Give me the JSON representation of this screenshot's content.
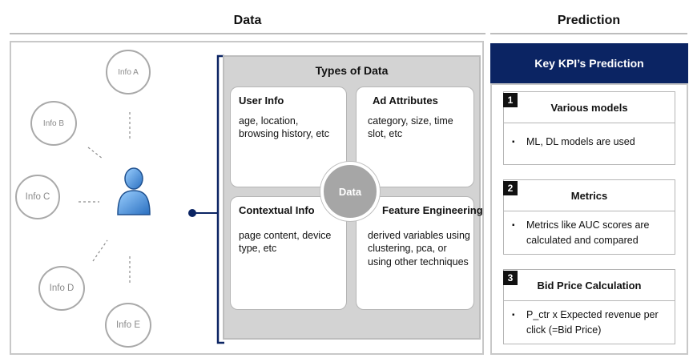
{
  "headers": {
    "data": "Data",
    "prediction": "Prediction"
  },
  "infos": [
    "Info A",
    "Info B",
    "Info C",
    "Info D",
    "Info E"
  ],
  "types": {
    "title": "Types of Data",
    "center": "Data",
    "quadrants": [
      {
        "title": "User Info",
        "body": "age, location, browsing history, etc"
      },
      {
        "title": "Ad Attributes",
        "body": "category, size, time slot, etc"
      },
      {
        "title": "Contextual Info",
        "body": "page content, device type, etc"
      },
      {
        "title": "Feature Engineering",
        "body": "derived variables using clustering, pca, or using other techniques"
      }
    ]
  },
  "kpi": {
    "title": "Key KPI’s Prediction",
    "cards": [
      {
        "num": "1",
        "title": "Various models",
        "bullet": "ML, DL models are used"
      },
      {
        "num": "2",
        "title": "Metrics",
        "bullet": "Metrics like AUC scores are calculated and compared"
      },
      {
        "num": "3",
        "title": "Bid Price Calculation",
        "bullet": "P_ctr x Expected revenue per click (=Bid Price)"
      }
    ],
    "bullet_symbol": "▪"
  },
  "colors": {
    "navy": "#0b2463",
    "user_icon": "#3f8fd8"
  }
}
